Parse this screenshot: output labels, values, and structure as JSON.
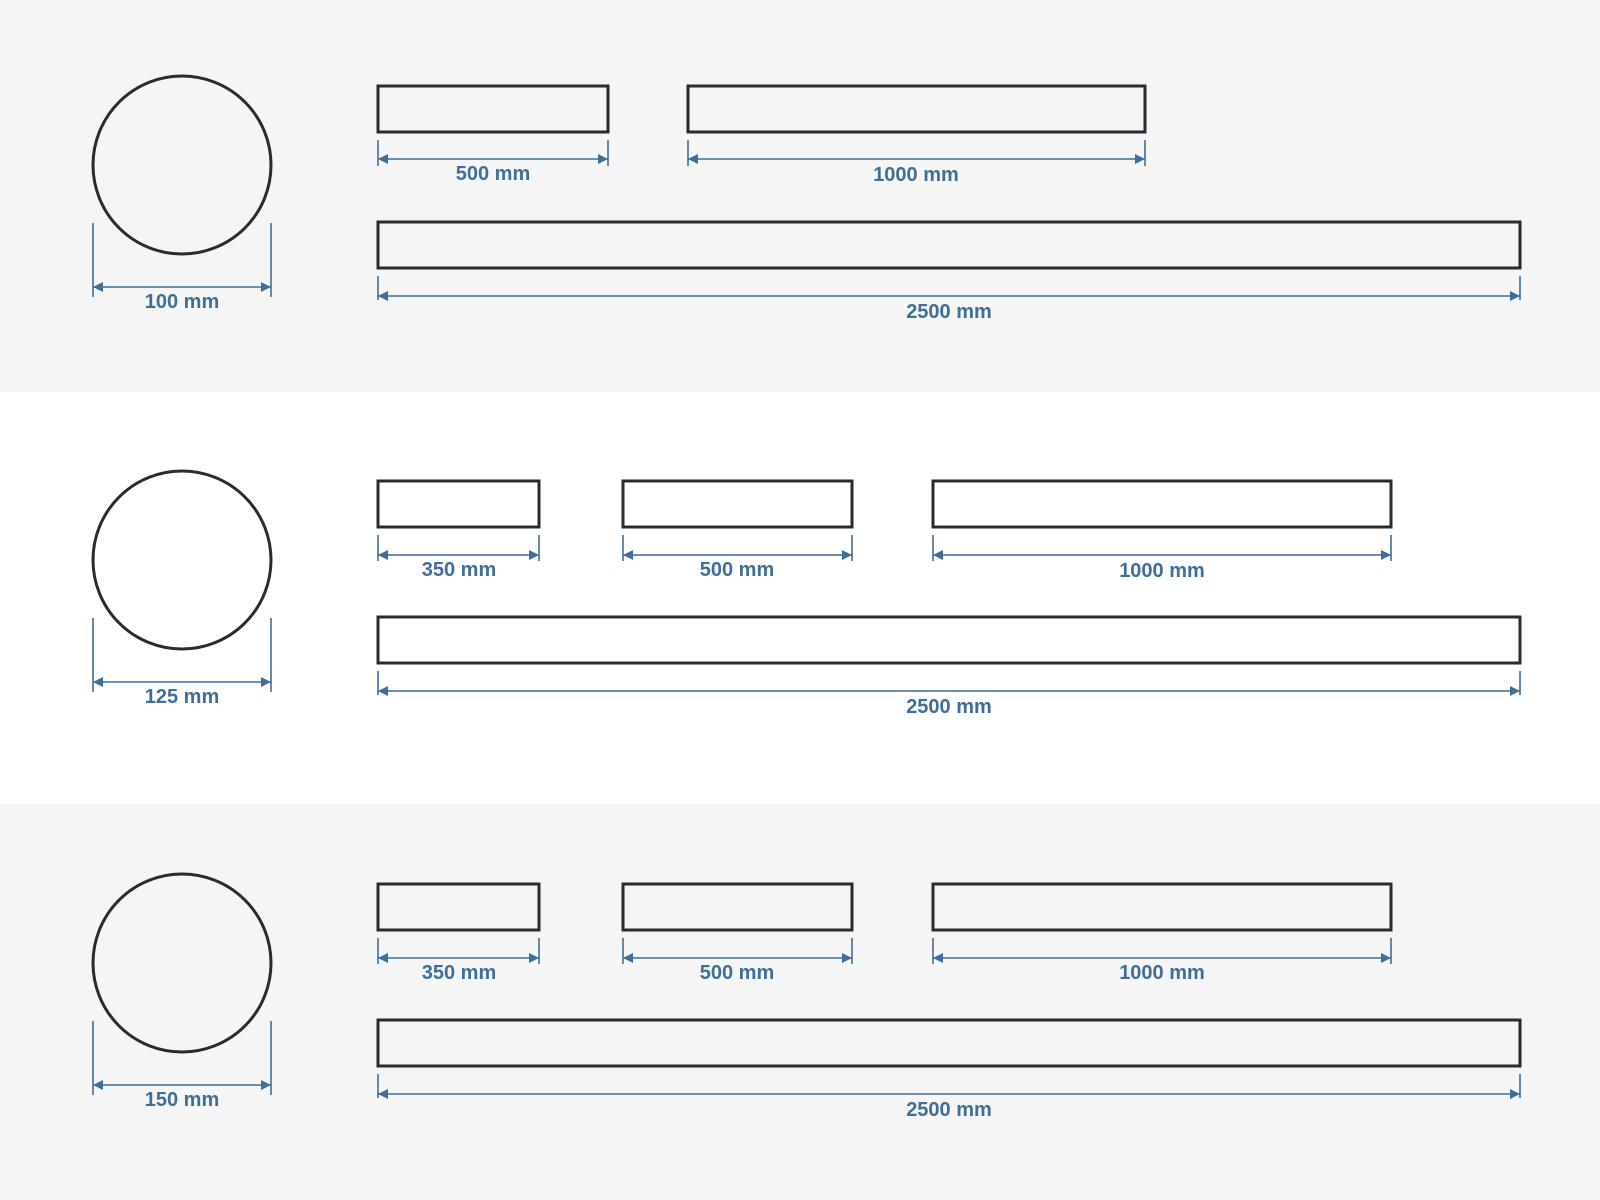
{
  "colors": {
    "band_shaded": "#f5f5f5",
    "band_plain": "#ffffff",
    "outline": "#2b2b2b",
    "dimension": "#3f6e98"
  },
  "rows": [
    {
      "diameter_label": "100 mm",
      "pieces": [
        {
          "label": "500 mm"
        },
        {
          "label": "1000 mm"
        }
      ],
      "full_length_label": "2500 mm"
    },
    {
      "diameter_label": "125 mm",
      "pieces": [
        {
          "label": "350 mm"
        },
        {
          "label": "500 mm"
        },
        {
          "label": "1000 mm"
        }
      ],
      "full_length_label": "2500 mm"
    },
    {
      "diameter_label": "150 mm",
      "pieces": [
        {
          "label": "350 mm"
        },
        {
          "label": "500 mm"
        },
        {
          "label": "1000 mm"
        }
      ],
      "full_length_label": "2500 mm"
    }
  ]
}
